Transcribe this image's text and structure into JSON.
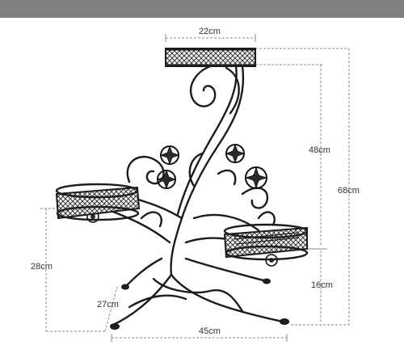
{
  "colors": {
    "top_band": "#7f7f7f",
    "metal": "#1c1c1c",
    "dimension_line": "#888888",
    "label_text": "#333333"
  },
  "dimensions": {
    "top_width": "22cm",
    "upper_height": "48cm",
    "total_height": "68cm",
    "side_tray_height": "28cm",
    "lower_height": "16cm",
    "depth": "27cm",
    "base_width": "45cm"
  }
}
